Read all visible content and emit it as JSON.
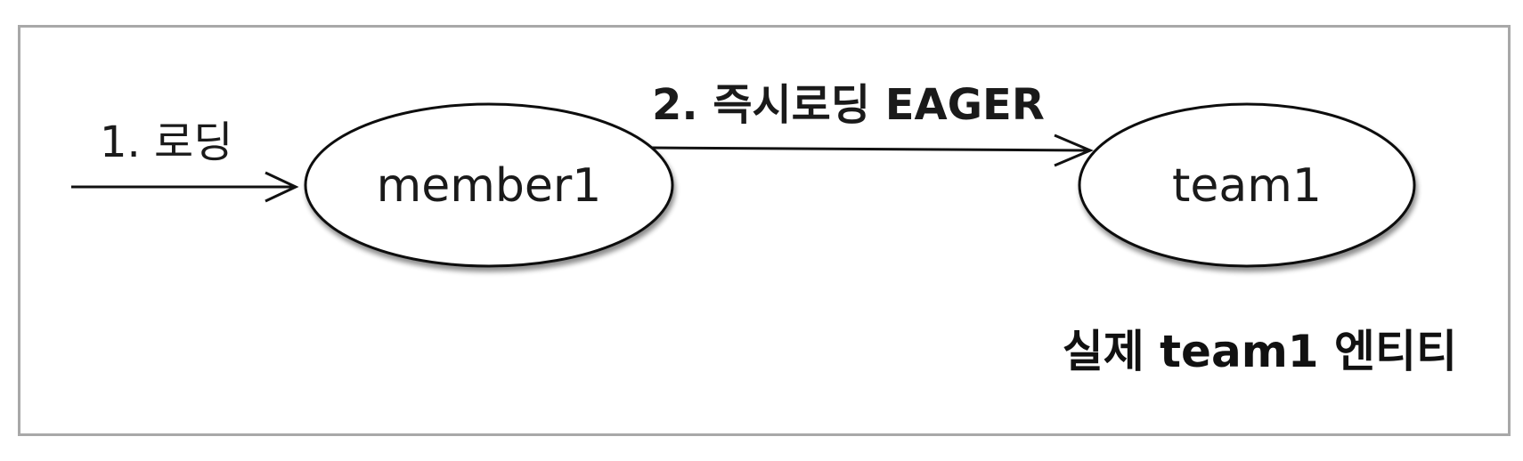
{
  "diagram": {
    "nodes": [
      {
        "id": "member1",
        "label": "member1"
      },
      {
        "id": "team1",
        "label": "team1"
      }
    ],
    "edges": [
      {
        "id": "entry",
        "from": null,
        "to": "member1",
        "label": "1. 로딩",
        "style": "normal"
      },
      {
        "id": "eager",
        "from": "member1",
        "to": "team1",
        "label": "2. 즉시로딩 EAGER",
        "style": "bold"
      }
    ],
    "caption": "실제 team1 엔티티"
  }
}
